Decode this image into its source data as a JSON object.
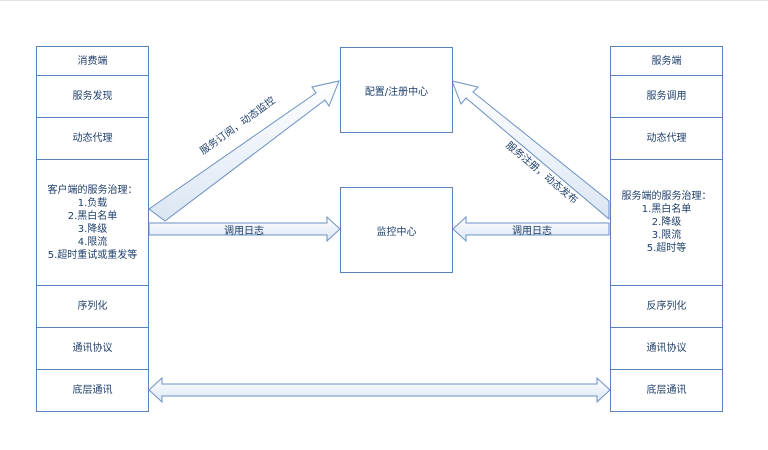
{
  "consumer": {
    "title": "消费端",
    "service_discovery": "服务发现",
    "dynamic_proxy": "动态代理",
    "governance": "客户端的服务治理：\n1.负载\n2.黑白名单\n3.降级\n4.限流\n5.超时重试或重发等",
    "serialization": "序列化",
    "protocol": "通讯协议",
    "transport": "底层通讯"
  },
  "provider": {
    "title": "服务端",
    "service_invocation": "服务调用",
    "dynamic_proxy": "动态代理",
    "governance": "服务端的服务治理：\n1.黑白名单\n2.降级\n3.限流\n5.超时等",
    "deserialization": "反序列化",
    "protocol": "通讯协议",
    "transport": "底层通讯"
  },
  "center": {
    "config_registry": "配置/注册中心",
    "monitor": "监控中心"
  },
  "arrows": {
    "subscribe": "服务订阅，动态监控",
    "register": "服务注册，动态发布",
    "call_log_left": "调用日志",
    "call_log_right": "调用日志"
  },
  "colors": {
    "border": "#5b82b4",
    "text": "#1f3f6b",
    "arrow_fill_start": "#ffffff",
    "arrow_fill_end": "#dbe6f4"
  }
}
